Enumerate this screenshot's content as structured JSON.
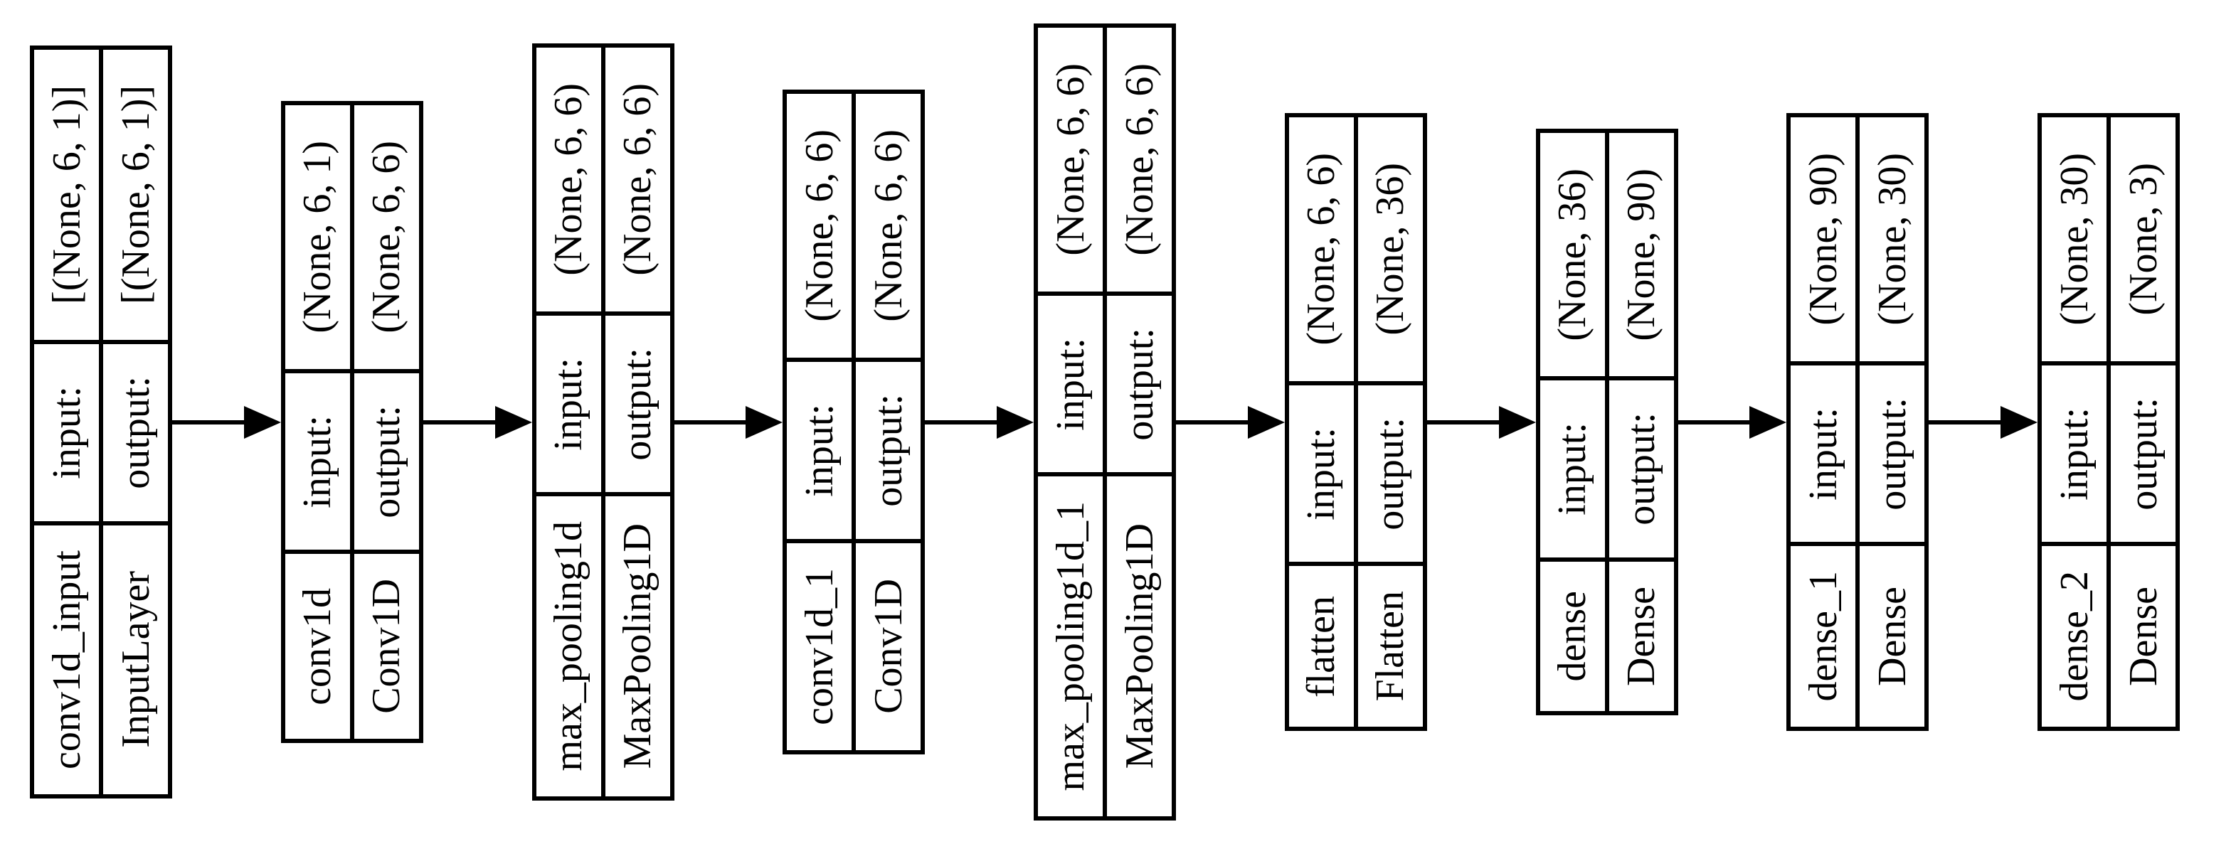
{
  "diagram": {
    "kind": "keras-model-architecture-graph",
    "direction": "left-to-right",
    "background_color": "#ffffff",
    "line_color": "#000000",
    "text_color": "#000000",
    "field_labels": {
      "input": "input:",
      "output": "output:"
    },
    "nodes": [
      {
        "name": "conv1d_input",
        "layer_type": "InputLayer",
        "input_shape": "[(None, 6, 1)]",
        "output_shape": "[(None, 6, 1)]"
      },
      {
        "name": "conv1d",
        "layer_type": "Conv1D",
        "input_shape": "(None, 6, 1)",
        "output_shape": "(None, 6, 6)"
      },
      {
        "name": "max_pooling1d",
        "layer_type": "MaxPooling1D",
        "input_shape": "(None, 6, 6)",
        "output_shape": "(None, 6, 6)"
      },
      {
        "name": "conv1d_1",
        "layer_type": "Conv1D",
        "input_shape": "(None, 6, 6)",
        "output_shape": "(None, 6, 6)"
      },
      {
        "name": "max_pooling1d_1",
        "layer_type": "MaxPooling1D",
        "input_shape": "(None, 6, 6)",
        "output_shape": "(None, 6, 6)"
      },
      {
        "name": "flatten",
        "layer_type": "Flatten",
        "input_shape": "(None, 6, 6)",
        "output_shape": "(None, 36)"
      },
      {
        "name": "dense",
        "layer_type": "Dense",
        "input_shape": "(None, 36)",
        "output_shape": "(None, 90)"
      },
      {
        "name": "dense_1",
        "layer_type": "Dense",
        "input_shape": "(None, 90)",
        "output_shape": "(None, 30)"
      },
      {
        "name": "dense_2",
        "layer_type": "Dense",
        "input_shape": "(None, 30)",
        "output_shape": "(None, 3)"
      }
    ],
    "edges": [
      [
        0,
        1
      ],
      [
        1,
        2
      ],
      [
        2,
        3
      ],
      [
        3,
        4
      ],
      [
        4,
        5
      ],
      [
        5,
        6
      ],
      [
        6,
        7
      ],
      [
        7,
        8
      ]
    ]
  }
}
